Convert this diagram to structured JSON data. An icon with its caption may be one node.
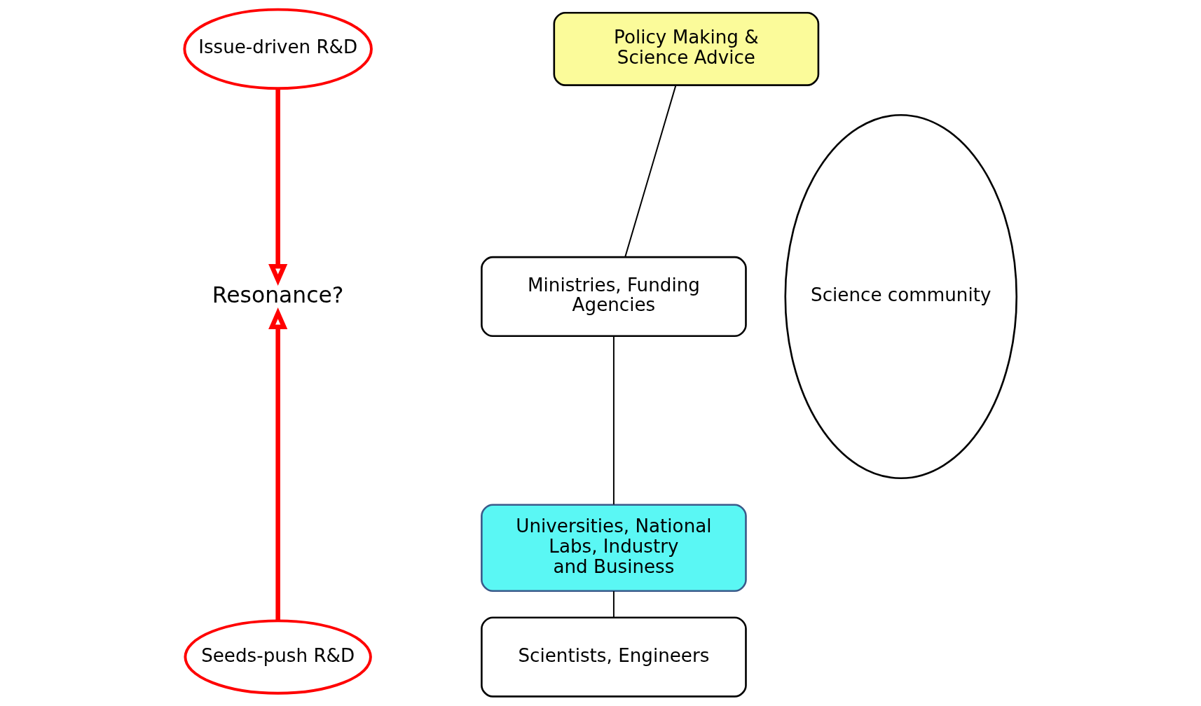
{
  "diagram": {
    "nodes": [
      {
        "text": [
          "Issue-driven R&D"
        ]
      },
      {
        "text": [
          "Resonance?"
        ]
      },
      {
        "text": [
          "Seeds-push R&D"
        ]
      },
      {
        "text": [
          "Policy Making & Science Advice"
        ]
      },
      {
        "text": [
          "Ministries, Funding Agencies"
        ]
      },
      {
        "text": [
          "Universities, National Labs, Industry and Business"
        ]
      },
      {
        "text": [
          "Scientists, Engineers"
        ]
      },
      {
        "text": [
          "Science community"
        ]
      }
    ],
    "edges": [
      {
        "from": 0,
        "to": 1,
        "arrow": "to",
        "style": "thick",
        "color": "#ff0000"
      },
      {
        "from": 2,
        "to": 1,
        "arrow": "to",
        "style": "thick",
        "color": "#ff0000"
      },
      {
        "from": 3,
        "to": 4,
        "arrow": "none"
      },
      {
        "from": 4,
        "to": 5,
        "arrow": "none"
      },
      {
        "from": 5,
        "to": 6,
        "arrow": "none"
      }
    ]
  }
}
